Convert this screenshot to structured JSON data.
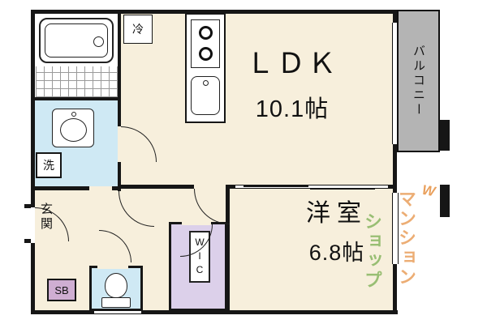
{
  "rooms": {
    "ldk": {
      "label": "ＬＤＫ",
      "size": "10.1帖"
    },
    "western": {
      "label": "洋室",
      "size": "6.8帖"
    },
    "balcony": {
      "label": "バルコニー"
    },
    "entrance": {
      "label": "玄関"
    },
    "wic": {
      "label": "WIC"
    },
    "shoe_box": {
      "label": "SB"
    },
    "refrigerator": {
      "label": "冷"
    },
    "laundry": {
      "label": "洗"
    }
  },
  "watermark": {
    "column_right": "マンション",
    "column_left": "ショップ",
    "mark": "W"
  },
  "colors": {
    "wall": "#161616",
    "floor": "#f7efdc",
    "water_blue": "#cfe9f4",
    "wic_purple": "#dcd0ea",
    "sb_pink": "#cfaed2",
    "balcony_gray": "#b4b4b4",
    "watermark_orange": "#e07818",
    "watermark_green": "#5a9e2f"
  }
}
